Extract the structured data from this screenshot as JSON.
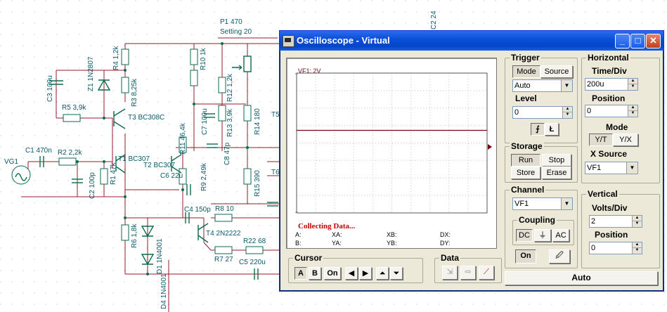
{
  "schematic": {
    "labels": [
      {
        "text": "P1 470",
        "id": "lbl-p1"
      },
      {
        "text": "Setting 20",
        "id": "lbl-setting"
      },
      {
        "text": "R4 1,2k",
        "id": "lbl-r4"
      },
      {
        "text": "R10 1k",
        "id": "lbl-r10"
      },
      {
        "text": "Z1 1N2807",
        "id": "lbl-z1"
      },
      {
        "text": "C3 100u",
        "id": "lbl-c3"
      },
      {
        "text": "R3 8,25k",
        "id": "lbl-r3"
      },
      {
        "text": "R5 3,9k",
        "id": "lbl-r5"
      },
      {
        "text": "T3 BC308C",
        "id": "lbl-t3"
      },
      {
        "text": "R12 1,2k",
        "id": "lbl-r12"
      },
      {
        "text": "C7 100u",
        "id": "lbl-c7"
      },
      {
        "text": "R13 3,9k",
        "id": "lbl-r13"
      },
      {
        "text": "R14 180",
        "id": "lbl-r14"
      },
      {
        "text": "R11 46,4k",
        "id": "lbl-r11"
      },
      {
        "text": "C8 47p",
        "id": "lbl-c8"
      },
      {
        "text": "C1 470n",
        "id": "lbl-c1"
      },
      {
        "text": "R2 2,2k",
        "id": "lbl-r2"
      },
      {
        "text": "T1 BC307",
        "id": "lbl-t1"
      },
      {
        "text": "T2 BC307",
        "id": "lbl-t2"
      },
      {
        "text": "VG1",
        "id": "lbl-vg1"
      },
      {
        "text": "C2 100p",
        "id": "lbl-c2"
      },
      {
        "text": "R1 47k",
        "id": "lbl-r1"
      },
      {
        "text": "C6 22u",
        "id": "lbl-c6"
      },
      {
        "text": "R9 2,49k",
        "id": "lbl-r9"
      },
      {
        "text": "R15 390",
        "id": "lbl-r15"
      },
      {
        "text": "C4 150p",
        "id": "lbl-c4"
      },
      {
        "text": "R8 10",
        "id": "lbl-r8"
      },
      {
        "text": "R6 1,8k",
        "id": "lbl-r6"
      },
      {
        "text": "T4 2N2222",
        "id": "lbl-t4"
      },
      {
        "text": "D1 1N4001",
        "id": "lbl-d1"
      },
      {
        "text": "R22 68",
        "id": "lbl-r22"
      },
      {
        "text": "R7 27",
        "id": "lbl-r7"
      },
      {
        "text": "C5 220u",
        "id": "lbl-c5"
      },
      {
        "text": "D4 1N4001",
        "id": "lbl-d4"
      },
      {
        "text": "C2 24",
        "id": "lbl-c224"
      },
      {
        "text": "T5",
        "id": "lbl-t5"
      },
      {
        "text": "T6",
        "id": "lbl-t6"
      }
    ]
  },
  "window": {
    "title": "Oscilloscope - Virtual",
    "minimize": "_",
    "maximize": "□",
    "close": "✕"
  },
  "screen": {
    "channel_label": "VF1: 2V",
    "status": "Collecting Data...",
    "readouts": {
      "a": "A:",
      "b": "B:",
      "xa": "XA:",
      "ya": "YA:",
      "xb": "XB:",
      "yb": "YB:",
      "dx": "DX:",
      "dy": "DY:"
    },
    "trace_level": 0
  },
  "trigger": {
    "title": "Trigger",
    "mode_label": "Mode",
    "source_label": "Source",
    "mode_value": "Auto",
    "level_label": "Level",
    "level_value": "0"
  },
  "horizontal": {
    "title": "Horizontal",
    "time_div_label": "Time/Div",
    "time_div_value": "200u",
    "position_label": "Position",
    "position_value": "0",
    "mode_label": "Mode",
    "yt_label": "Y/T",
    "yx_label": "Y/X",
    "xsource_label": "X Source",
    "xsource_value": "VF1"
  },
  "storage": {
    "title": "Storage",
    "run_label": "Run",
    "stop_label": "Stop",
    "store_label": "Store",
    "erase_label": "Erase"
  },
  "channel": {
    "title": "Channel",
    "value": "VF1",
    "coupling_title": "Coupling",
    "dc_label": "DC",
    "gnd_label": "⏚",
    "ac_label": "AC",
    "on_label": "On"
  },
  "vertical": {
    "title": "Vertical",
    "volts_div_label": "Volts/Div",
    "volts_div_value": "2",
    "position_label": "Position",
    "position_value": "0"
  },
  "cursor": {
    "title": "Cursor",
    "a_label": "A",
    "b_label": "B",
    "on_label": "On"
  },
  "data_panel": {
    "title": "Data"
  },
  "auto_label": "Auto",
  "colors": {
    "trace": "#7a0010",
    "status": "#c00000",
    "schematic_wire": "#9a1a2a",
    "schematic_label": "#0a5a6a",
    "titlebar": "#0a50d8"
  }
}
